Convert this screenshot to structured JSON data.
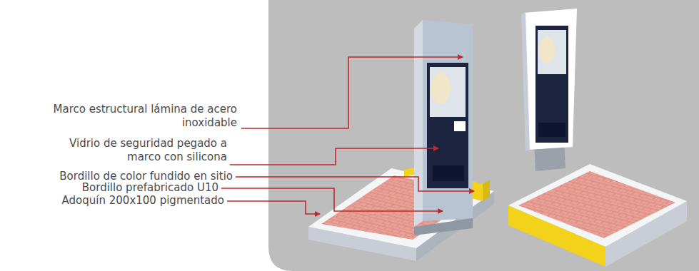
{
  "diagram": {
    "labels": [
      "Marco estructural lámina de acero inoxidable",
      "Vidrio de seguridad pegado a marco con silicona",
      "Bordillo de color fundido en sitio",
      "Bordillo prefabricado U10",
      "Adoquín 200x100 pigmentado"
    ]
  }
}
